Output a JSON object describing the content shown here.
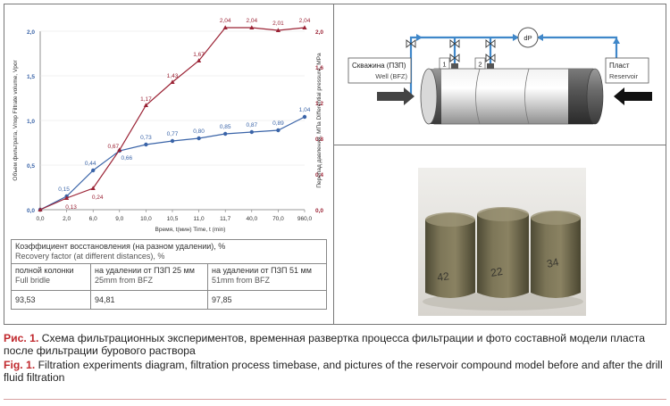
{
  "figure": {
    "chart_data": {
      "type": "line",
      "x_tick_labels": [
        "0,0",
        "2,0",
        "6,0",
        "9,0",
        "10,0",
        "10,5",
        "11,0",
        "11,7",
        "40,0",
        "70,0",
        "960,0"
      ],
      "xlabel": "Время, t(мин)   Time, t (min)",
      "ylabel_left": "Объем фильтрата, Vпор   Filtrate volume, Vpor",
      "ylabel_right": "Перепад давления, МПа   Differential pressure, MPa",
      "ylim_left": [
        0,
        2.0
      ],
      "ylim_right": [
        0,
        2.0
      ],
      "yticks_left": [
        "0,0",
        "0,5",
        "1,0",
        "1,5",
        "2,0"
      ],
      "yticks_right": [
        "0,0",
        "0,4",
        "0,8",
        "1,2",
        "1,6",
        "2,0"
      ],
      "yticks_right_values": [
        0,
        0.4,
        0.8,
        1.2,
        1.6,
        2.0
      ],
      "series": [
        {
          "color": "#3a64a8",
          "values": [
            0,
            0.15,
            0.44,
            0.66,
            0.73,
            0.77,
            0.8,
            0.85,
            0.87,
            0.89,
            1.04
          ],
          "labels": [
            "",
            "0,15",
            "0,44",
            "0,66",
            "0,73",
            "0,77",
            "0,80",
            "0,85",
            "0,87",
            "0,89",
            "1,04"
          ]
        },
        {
          "color": "#9b2335",
          "values": [
            0,
            0.13,
            0.24,
            0.67,
            1.17,
            1.43,
            1.67,
            2.04,
            2.04,
            2.01,
            2.04
          ],
          "labels": [
            "",
            "0,13",
            "0,24",
            "0,67",
            "1,17",
            "1,43",
            "1,67",
            "2,04",
            "2,04",
            "2,01",
            "2,04"
          ]
        }
      ]
    },
    "table": {
      "header_ru": "Коэффициент восстановления (на разном удалении), %",
      "header_en": "Recovery factor (at different distances), %",
      "columns": [
        {
          "ru": "полной колонки",
          "en": "Full bridle",
          "value": "93,53"
        },
        {
          "ru": "на удалении от ПЗП 25 мм",
          "en": "25mm from BFZ",
          "value": "94,81"
        },
        {
          "ru": "на удалении от ПЗП 51 мм",
          "en": "51mm from BFZ",
          "value": "97,85"
        }
      ]
    },
    "diagram": {
      "well_ru": "Скважина (ПЗП)",
      "well_en": "Well (BFZ)",
      "reservoir_ru": "Пласт",
      "reservoir_en": "Reservoir",
      "gauge_label": "dP",
      "port1": "1",
      "port2": "2"
    },
    "photo": {
      "marks": [
        "42",
        "22",
        "34"
      ]
    }
  },
  "caption": {
    "ru_label": "Рис. 1.",
    "ru_text": " Схема фильтрационных экспериментов, временная развертка процесса фильтрации и фото составной модели пласта после фильтрации бурового раствора",
    "en_label": "Fig. 1.",
    "en_text": " Filtration experiments diagram, filtration process timebase, and pictures of the reservoir compound model before and after the drill fluid filtration"
  }
}
